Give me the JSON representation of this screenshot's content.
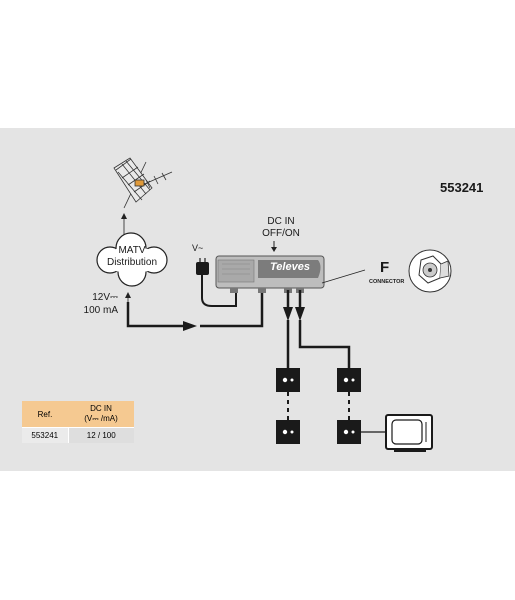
{
  "ref_number": "553241",
  "dc_in": {
    "line1": "DC IN",
    "line2": "OFF/ON"
  },
  "matv": {
    "line1": "MATV",
    "line2": "Distribution"
  },
  "power_symbol": "V~",
  "voltage": {
    "line1": "12V⎓",
    "line2": "100 mA"
  },
  "connector": {
    "letter": "F",
    "label": "CONNECTOR"
  },
  "brand": "Televes",
  "table": {
    "header_ref": "Ref.",
    "header_dcin_1": "DC IN",
    "header_dcin_2": "(V⎓ /mA)",
    "rows": [
      {
        "ref": "553241",
        "value": "12 / 100"
      }
    ]
  },
  "colors": {
    "panel": "#e4e4e4",
    "table_header": "#f5c991",
    "line": "#1a1a1a"
  }
}
